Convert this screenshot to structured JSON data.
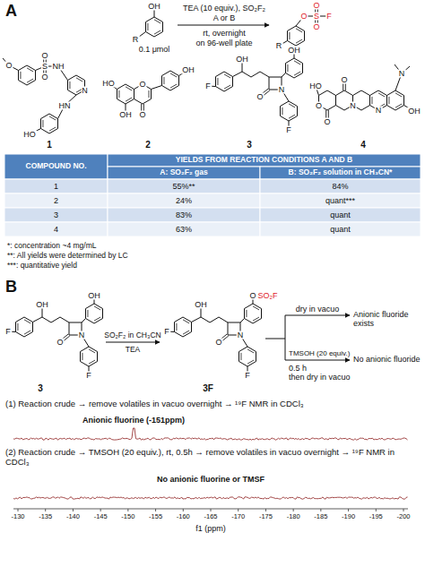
{
  "diagram": {
    "labels": [
      "A",
      "TEA (10 equiv.), SO₂F₂",
      "A or B",
      "rt, overnight",
      "on 96-well plate",
      "OH",
      "R",
      "0.1 μmol",
      "O",
      "S",
      "F",
      "O",
      "O",
      "R",
      "O",
      "S",
      "O",
      "O",
      "NH",
      "N",
      "HN",
      "HO",
      "1",
      "HO",
      "O",
      "OH",
      "O",
      "OH",
      "2",
      "F",
      "OH",
      "OH",
      "N",
      "O",
      "F",
      "3",
      "N",
      "OH",
      "N",
      "N",
      "O",
      "O",
      "HO",
      "O",
      "4",
      "COMPOUND NO.",
      "YIELDS FROM REACTION CONDITIONS A AND B",
      "A: SO₂F₂ gas",
      "B: SO₂F₂ solution in CH₃CN*",
      "1",
      "55%**",
      "84%",
      "2",
      "24%",
      "quant***",
      "3",
      "83%",
      "quant",
      "4",
      "63%",
      "quant",
      "*: concentration ~4 mg/mL",
      "**: All yields were determined by LC",
      "***: quantitative yield",
      "B",
      "F",
      "OH",
      "OH",
      "N",
      "O",
      "F",
      "3",
      "SO₂F₂ in CH₃CN",
      "TEA",
      "F",
      "OH",
      "O",
      "SO₂F",
      "N",
      "O",
      "F",
      "3F",
      "dry in vacuo",
      "Anionic fluoride exists",
      "TMSOH (20 equiv.)",
      "0.5 h",
      "then dry in vacuo",
      "No anionic fluoride",
      "(1) Reaction crude → remove volatiles in vacuo overnight → ¹⁹F NMR in CDCl₃",
      "Anionic fluorine (-151ppm)",
      "(2) Reaction crude → TMSOH (20 equiv.), rt, 0.5h → remove volatiles in vacuo overnight → ¹⁹F NMR in CDCl₃",
      "No anionic fluorine or TMSF",
      "-130",
      "-135",
      "-140",
      "-145",
      "-150",
      "-155",
      "-160",
      "-165",
      "-170",
      "-175",
      "-180",
      "-185",
      "-190",
      "-195",
      "-200",
      "f1 (ppm)"
    ]
  }
}
